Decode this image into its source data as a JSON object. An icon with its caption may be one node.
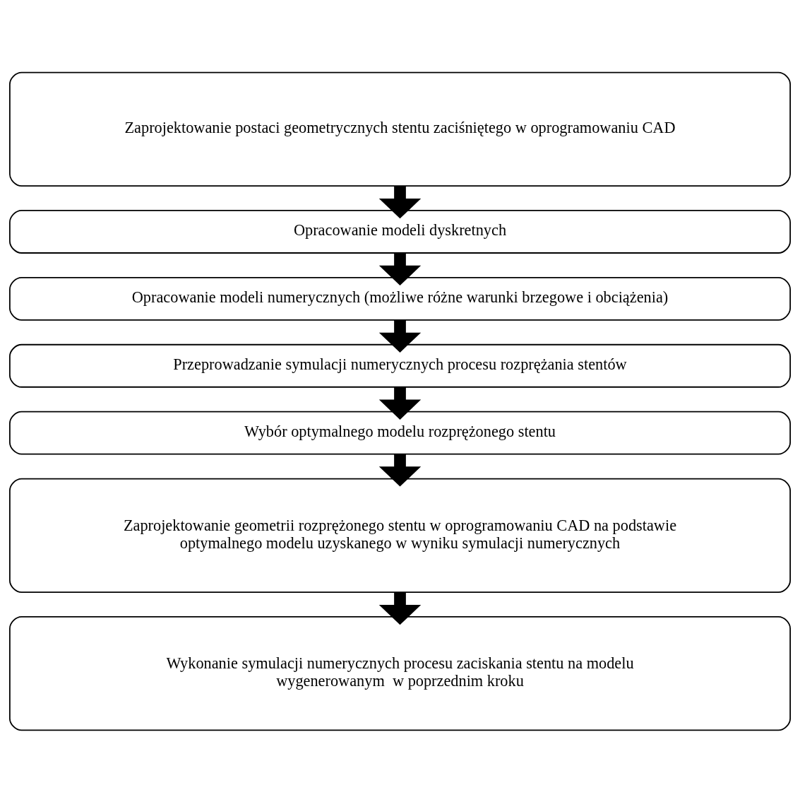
{
  "diagram": {
    "nodes": [
      {
        "text": [
          "Zaprojektowanie postaci geometrycznych stentu zaciśniętego w oprogramowaniu CAD"
        ]
      },
      {
        "text": [
          "Opracowanie modeli dyskretnych"
        ]
      },
      {
        "text": [
          "Opracowanie modeli numerycznych (możliwe różne warunki brzegowe i obciążenia)"
        ]
      },
      {
        "text": [
          "Przeprowadzanie symulacji numerycznych procesu rozprężania stentów"
        ]
      },
      {
        "text": [
          "Wybór optymalnego modelu rozprężonego stentu"
        ]
      },
      {
        "text": [
          "Zaprojektowanie geometrii rozprężonego stentu w oprogramowaniu CAD na podstawie optymalnego modelu uzyskanego w wyniku symulacji numerycznych"
        ]
      },
      {
        "text": [
          "Wykonanie symulacji numerycznych procesu zaciskania stentu na modelu wygenerowanym  w poprzednim kroku"
        ]
      }
    ],
    "edges": [
      {
        "from": 0,
        "to": 1,
        "arrow": "to"
      },
      {
        "from": 1,
        "to": 2,
        "arrow": "to"
      },
      {
        "from": 2,
        "to": 3,
        "arrow": "to"
      },
      {
        "from": 3,
        "to": 4,
        "arrow": "to"
      },
      {
        "from": 4,
        "to": 5,
        "arrow": "to"
      },
      {
        "from": 5,
        "to": 6,
        "arrow": "to"
      }
    ]
  }
}
